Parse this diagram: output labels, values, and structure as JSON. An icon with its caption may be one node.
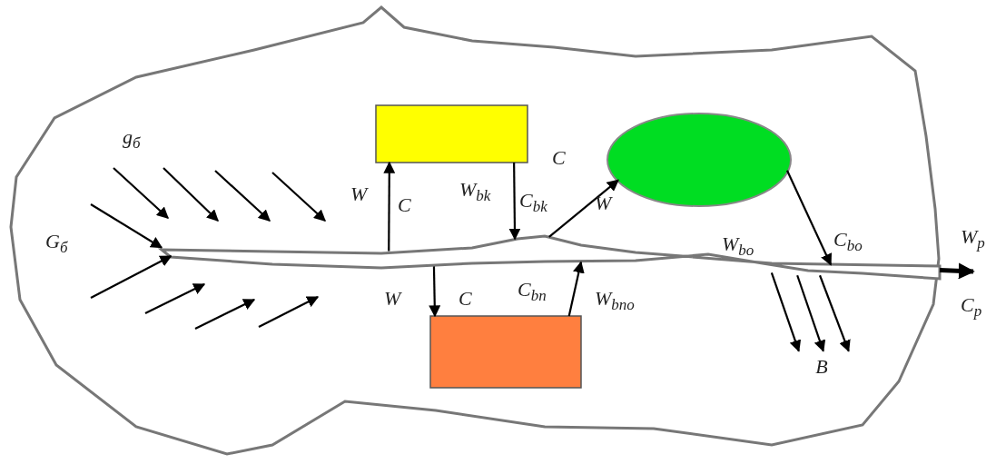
{
  "diagram": {
    "nodes": [
      {
        "text": [],
        "shape": "cloud"
      },
      {
        "text": [],
        "shape": "bar",
        "in": 0
      },
      {
        "text": [],
        "shape": "box",
        "in": 0
      },
      {
        "text": [],
        "shape": "circle",
        "in": 0
      },
      {
        "text": [],
        "shape": "box",
        "in": 0
      },
      {
        "text": [
          "B"
        ],
        "in": 0
      }
    ],
    "edges": [
      {
        "from": null,
        "to": 1,
        "arrow": "to"
      },
      {
        "from": null,
        "to": 1,
        "arrow": "to"
      },
      {
        "from": 1,
        "to": 2,
        "arrow": "to"
      },
      {
        "from": 2,
        "to": 1,
        "arrow": "to"
      },
      {
        "from": 1,
        "to": 3,
        "arrow": "to"
      },
      {
        "from": 3,
        "to": 1,
        "arrow": "to"
      },
      {
        "from": 1,
        "to": 4,
        "arrow": "to"
      },
      {
        "from": 4,
        "to": 1,
        "arrow": "to"
      },
      {
        "from": 1,
        "to": null,
        "arrow": "to",
        "style": "thick"
      },
      {
        "from": 1,
        "to": 5,
        "arrow": "to"
      },
      {
        "from": 1,
        "to": 5,
        "arrow": "to"
      },
      {
        "from": 1,
        "to": 5,
        "arrow": "to"
      }
    ],
    "labels": [
      "g$_{б}$",
      "G$_{б}$",
      "W",
      "C",
      "W$_{bk}$",
      "C$_{bk}$",
      "C",
      "W",
      "W$_{bo}$",
      "C$_{bo}$",
      "W$_{p}$",
      "W",
      "C",
      "C$_{bn}$",
      "W$_{bno}$",
      "C$_{p}$"
    ]
  }
}
